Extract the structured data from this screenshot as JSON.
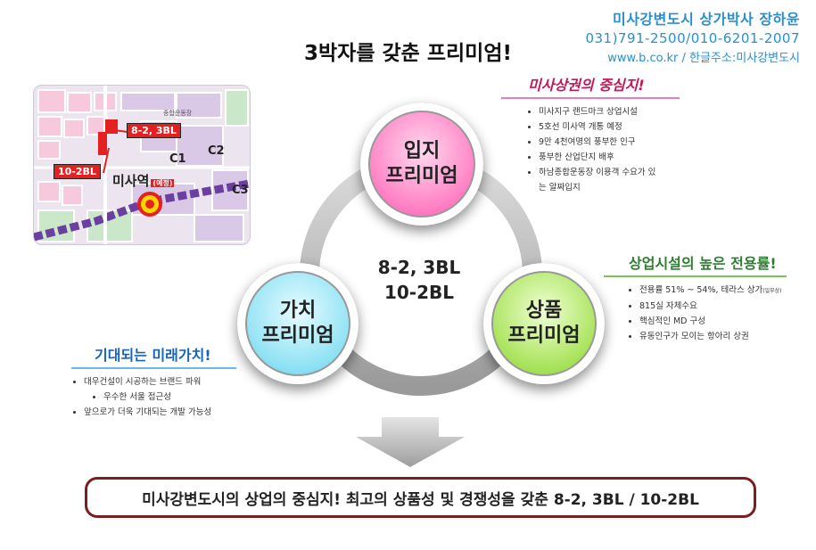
{
  "header": {
    "name": "미사강변도시 상가박사 장하윤",
    "phones": "031)791-2500/010-6201-2007",
    "web": "www.b.co.kr / 한글주소:미사강변도시"
  },
  "title": "3박자를 갖춘 프리미엄!",
  "map": {
    "park_label": "종합운동장",
    "block_a": "8-2, 3BL",
    "block_b": "10-2BL",
    "station": "미사역",
    "station_note": "(예정)",
    "c1": "C1",
    "c2": "C2",
    "c3": "C3"
  },
  "center": {
    "line1": "8-2, 3BL",
    "line2": "10-2BL"
  },
  "circles": {
    "top": {
      "line1": "입지",
      "line2": "프리미엄"
    },
    "left": {
      "line1": "가치",
      "line2": "프리미엄"
    },
    "right": {
      "line1": "상품",
      "line2": "프리미엄"
    }
  },
  "location": {
    "title": "미사상권의 중심지!",
    "items": [
      "미사지구 랜드마크 상업시설",
      "5호선 미사역 개통 예정",
      "9만 4천여명의 풍부한 인구",
      "풍부한 산업단지 배후",
      "하남종합운동장 이용객 수요가 있는 알짜입지"
    ]
  },
  "product": {
    "title": "상업시설의 높은 전용률!",
    "items": [
      "전용률 51% ~ 54%, 테라스 상가",
      "815실 자체수요",
      "핵심적인 MD 구성",
      "유동인구가 모이는 항아리 상권"
    ],
    "note": "(일부상)"
  },
  "value": {
    "title": "기대되는 미래가치!",
    "items": [
      "대우건설이 시공하는 브랜드 파워",
      "우수한 서울 접근성",
      "앞으로가 더욱 기대되는 개발 가능성"
    ]
  },
  "banner": "미사강변도시의 상업의 중심지! 최고의 상품성 및 경쟁성을 갖춘 8-2, 3BL / 10-2BL",
  "colors": {
    "header_blue": "#2a8fd0",
    "accent_magenta": "#c2185b",
    "accent_green": "#2e7d32",
    "accent_blue": "#1565c0",
    "banner_border": "#7a1e1e"
  }
}
